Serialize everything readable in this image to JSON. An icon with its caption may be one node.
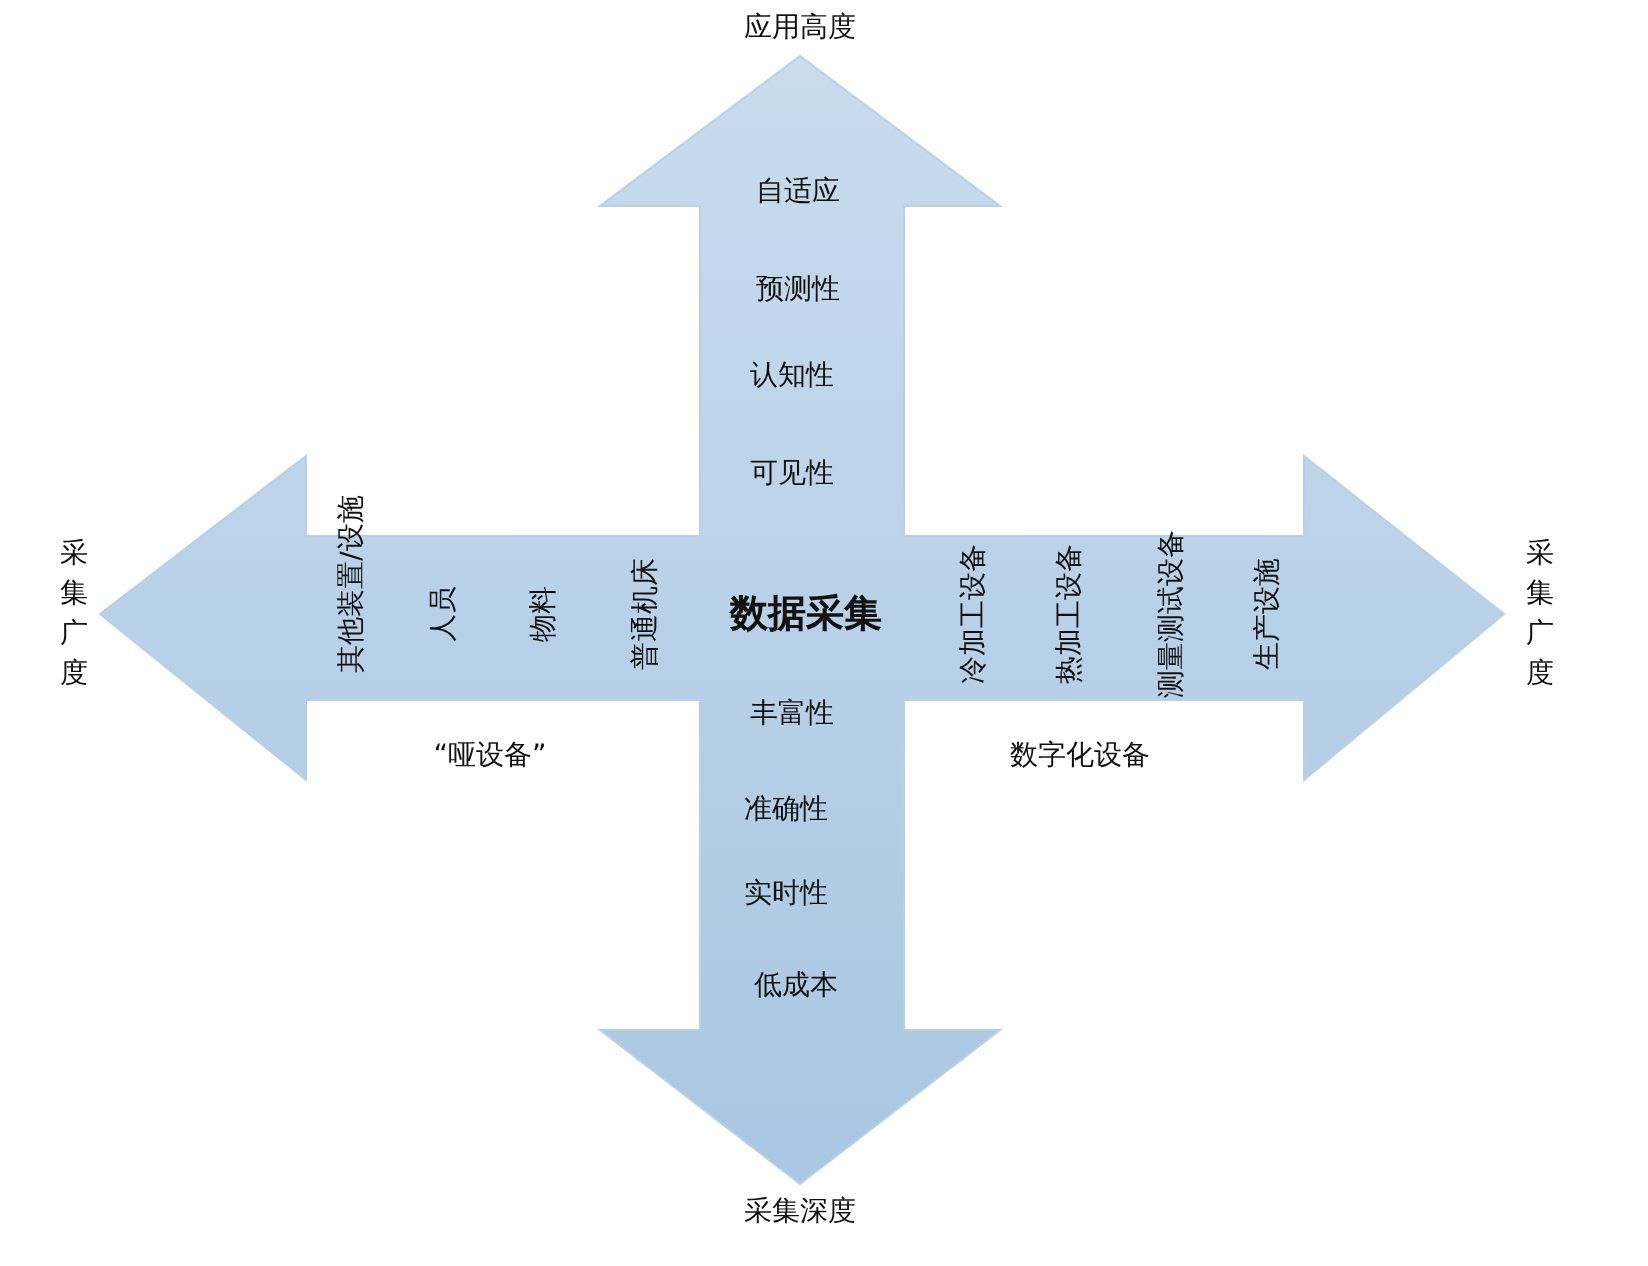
{
  "diagram": {
    "nodes": [
      {
        "text": [
          "自适应",
          "预测性",
          "认知性",
          "可见性",
          "其他装置/设施",
          "人员",
          "物料",
          "普通机床",
          "数据采集",
          "冷加工设备",
          "热加工设备",
          "测量测试设备",
          "生产设施",
          "丰富性",
          "准确性",
          "实时性",
          "低成本"
        ]
      }
    ],
    "labels": [
      "应用高度",
      "采集广度",
      "采集广度",
      "“哑设备”",
      "数字化设备",
      "采集深度"
    ]
  }
}
